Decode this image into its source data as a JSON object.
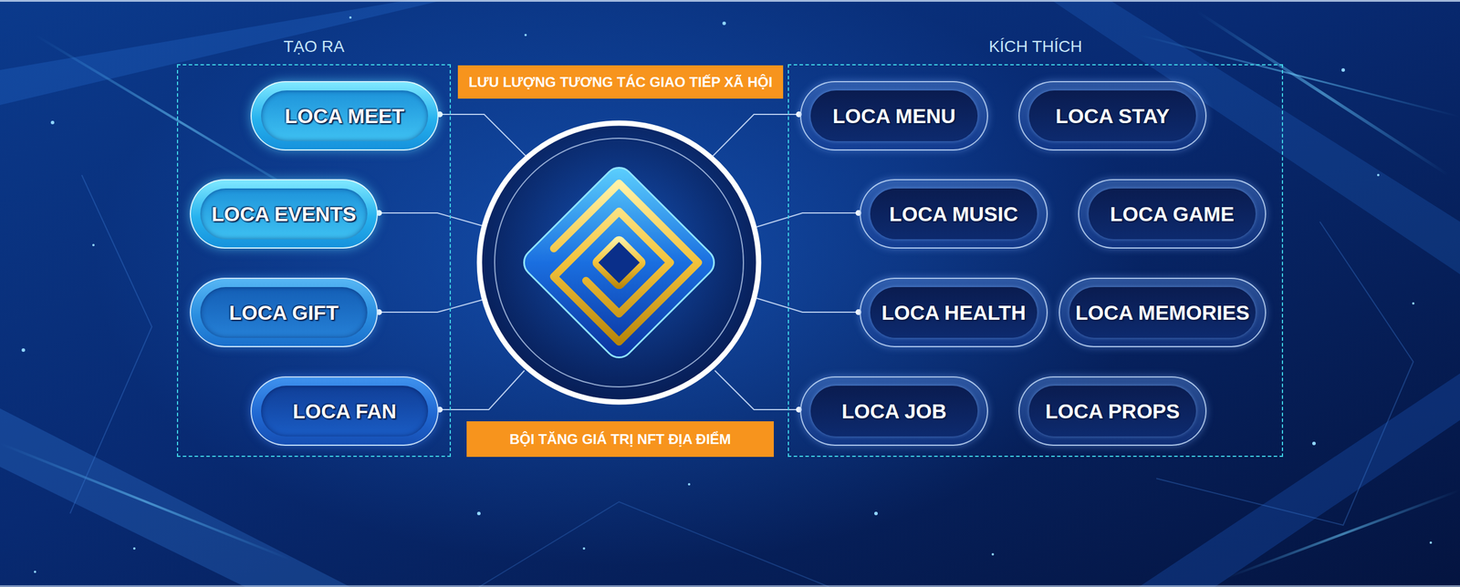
{
  "diagram": {
    "nodes": [
      {
        "text": [
          "TẠO RA"
        ]
      },
      {
        "text": [
          "LOCA MEET"
        ],
        "in": 0
      },
      {
        "text": [
          "LOCA EVENTS"
        ],
        "in": 0
      },
      {
        "text": [
          "LOCA GIFT"
        ],
        "in": 0
      },
      {
        "text": [
          "LOCA FAN"
        ],
        "in": 0
      },
      {
        "text": [
          "LƯU LƯỢNG TƯƠNG TÁC GIAO TIẾP XÃ HỘI"
        ]
      },
      {
        "text": [
          "BỘI TĂNG GIÁ TRỊ NFT ĐỊA ĐIỂM"
        ]
      },
      {
        "text": [
          "KÍCH THÍCH"
        ]
      },
      {
        "text": [
          "LOCA MENU"
        ],
        "in": 7
      },
      {
        "text": [
          "LOCA STAY"
        ],
        "in": 7
      },
      {
        "text": [
          "LOCA MUSIC"
        ],
        "in": 7
      },
      {
        "text": [
          "LOCA GAME"
        ],
        "in": 7
      },
      {
        "text": [
          "LOCA HEALTH"
        ],
        "in": 7
      },
      {
        "text": [
          "LOCA MEMORIES"
        ],
        "in": 7
      },
      {
        "text": [
          "LOCA JOB"
        ],
        "in": 7
      },
      {
        "text": [
          "LOCA PROPS"
        ],
        "in": 7
      }
    ]
  }
}
